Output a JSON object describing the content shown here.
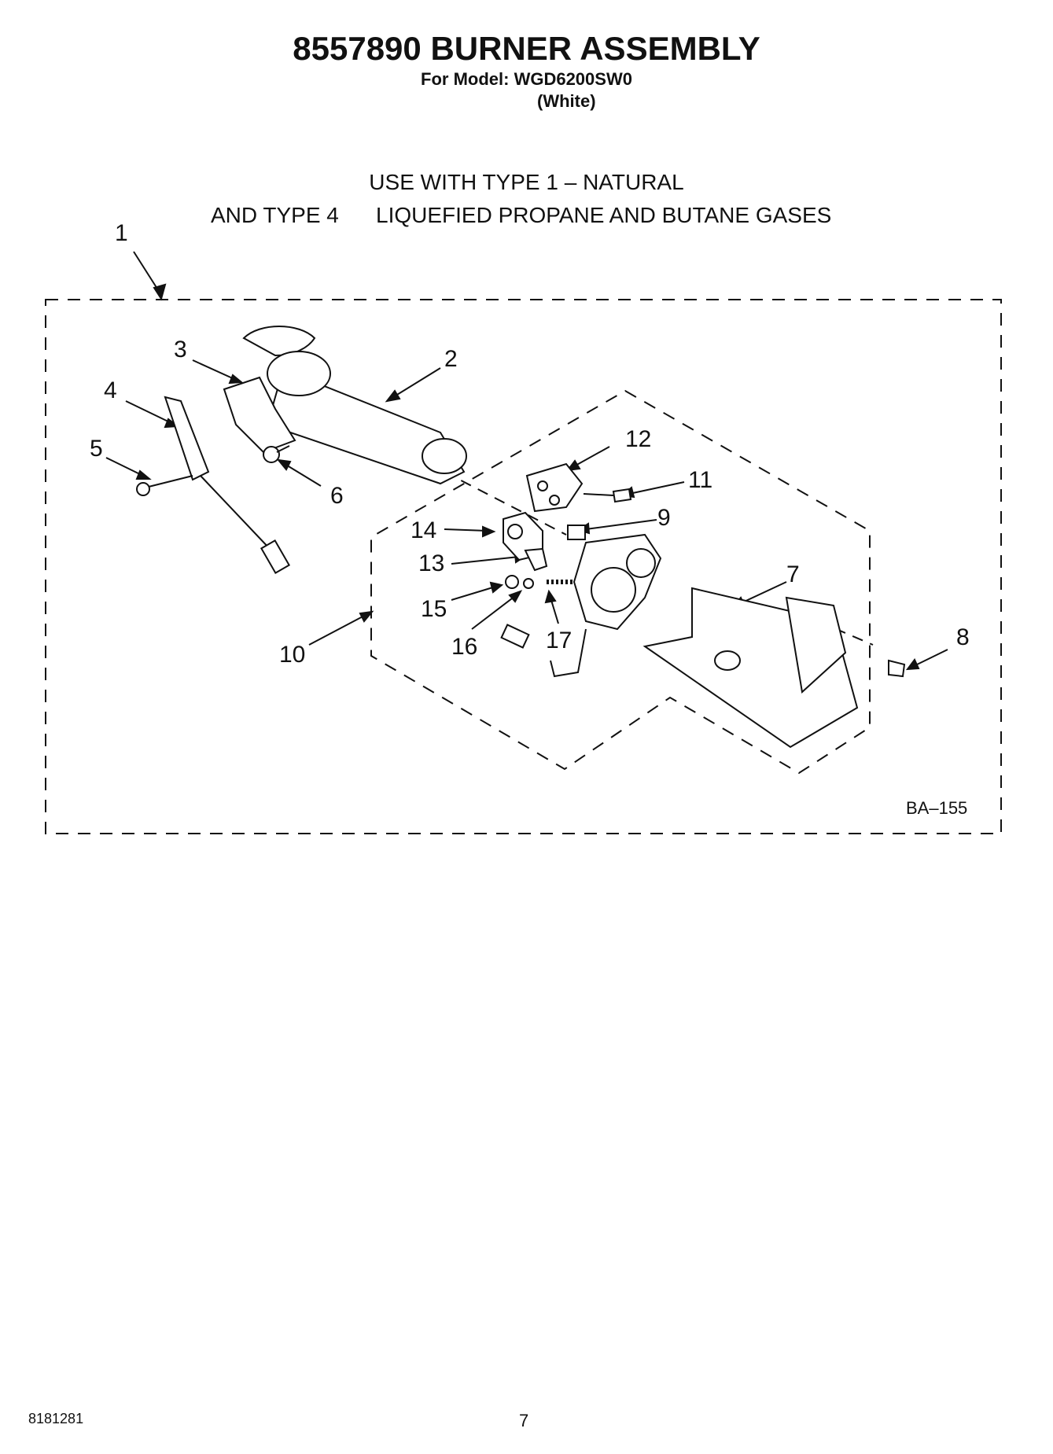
{
  "header": {
    "title": "8557890 BURNER ASSEMBLY",
    "model": "For Model: WGD6200SW0",
    "color": "(White)"
  },
  "usage": {
    "line1": "USE WITH TYPE 1 –  NATURAL",
    "line2_prefix": "AND TYPE 4",
    "line2_suffix": "LIQUEFIED PROPANE AND BUTANE GASES"
  },
  "callouts": [
    "1",
    "2",
    "3",
    "4",
    "5",
    "6",
    "7",
    "8",
    "9",
    "10",
    "11",
    "12",
    "13",
    "14",
    "15",
    "16",
    "17"
  ],
  "figure_id": "BA–155",
  "footer": {
    "doc_number": "8181281",
    "page_number": "7"
  }
}
